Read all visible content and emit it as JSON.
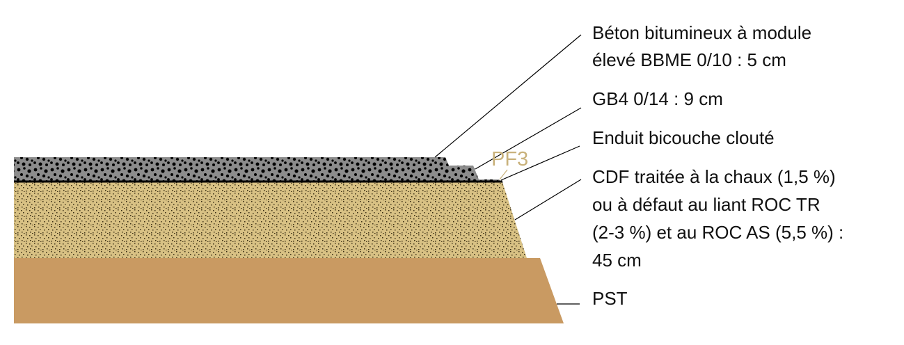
{
  "layers": [
    {
      "name": "BBME",
      "lines": [
        "Béton bitumineux à module",
        "élevé BBME 0/10 : 5 cm"
      ]
    },
    {
      "name": "GB4",
      "lines": [
        "GB4 0/14 : 9 cm"
      ]
    },
    {
      "name": "enduit",
      "lines": [
        "Enduit bicouche clouté"
      ]
    },
    {
      "name": "CDF",
      "lines": [
        "CDF traitée à la chaux (1,5 %)",
        "ou à défaut au liant ROC TR",
        "(2-3 %) et au ROC AS (5,5 %) :",
        "45 cm"
      ]
    },
    {
      "name": "PST",
      "lines": [
        "PST"
      ]
    }
  ],
  "platform_label": "PF3",
  "colors": {
    "asphalt": "#8a8a8a",
    "sand": "#d8c184",
    "soil": "#c99a62",
    "pf3": "#c9b27c"
  }
}
